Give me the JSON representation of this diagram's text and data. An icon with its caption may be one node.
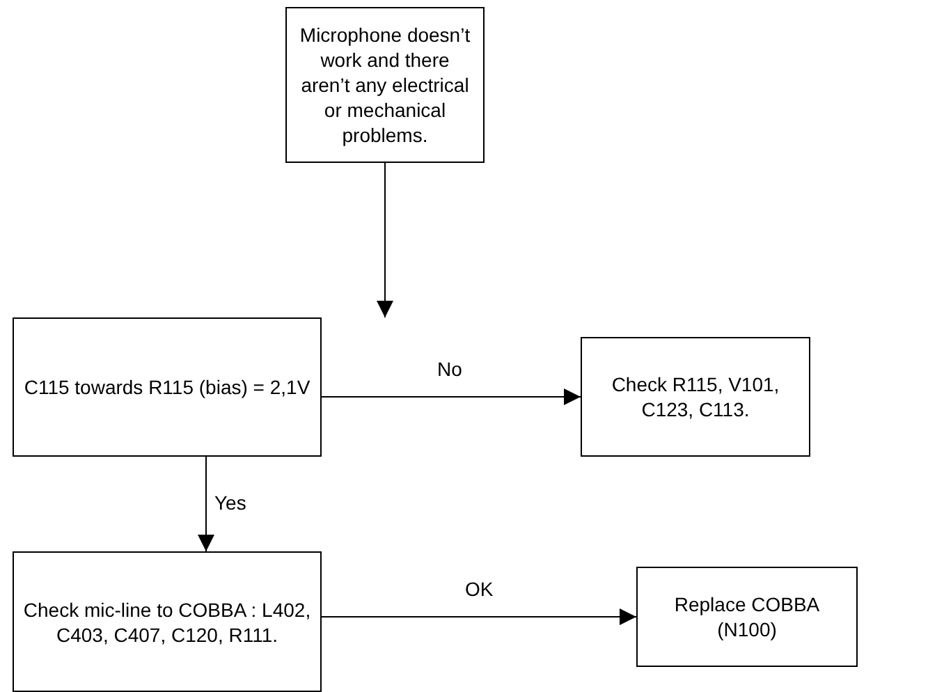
{
  "diagram": {
    "nodes": [
      {
        "text": [
          "Microphone doesn’t work and there aren’t any electrical or mechanical problems."
        ]
      },
      {
        "text": [
          "C115 towards R115 (bias) = 2,1V"
        ]
      },
      {
        "text": [
          "Check R115, V101, C123, C113."
        ]
      },
      {
        "text": [
          "Check mic-line to COBBA : L402, C403, C407, C120, R111."
        ]
      },
      {
        "text": [
          "Replace COBBA (N100)"
        ]
      }
    ],
    "edges": [
      {
        "from": 0,
        "to": 1,
        "arrow": "to"
      },
      {
        "from": 1,
        "to": 2,
        "arrow": "to",
        "label": "No"
      },
      {
        "from": 1,
        "to": 3,
        "arrow": "to",
        "label": "Yes"
      },
      {
        "from": 3,
        "to": 4,
        "arrow": "to",
        "label": "OK"
      }
    ]
  }
}
